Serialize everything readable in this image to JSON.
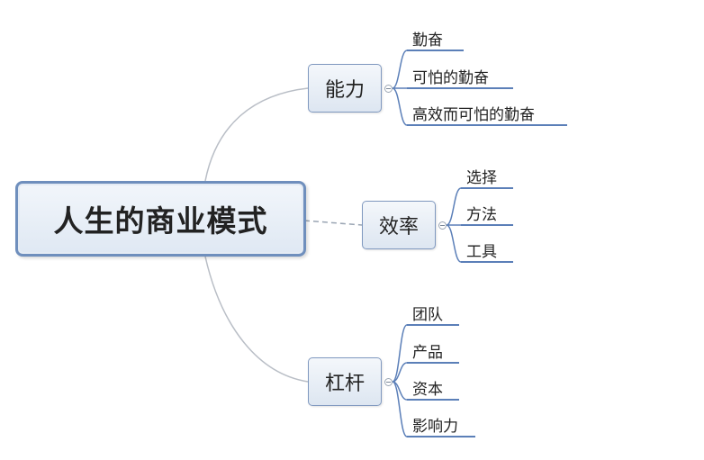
{
  "root": {
    "label": "人生的商业模式"
  },
  "branches": [
    {
      "label": "能力",
      "children": [
        "勤奋",
        "可怕的勤奋",
        "高效而可怕的勤奋"
      ]
    },
    {
      "label": "效率",
      "children": [
        "选择",
        "方法",
        "工具"
      ]
    },
    {
      "label": "杠杆",
      "children": [
        "团队",
        "产品",
        "资本",
        "影响力"
      ]
    }
  ],
  "colors": {
    "node_border": "#7f98bf",
    "root_border": "#6f8fbd",
    "leaf_underline": "#5b7fb8",
    "connector": "#b9bec6"
  }
}
